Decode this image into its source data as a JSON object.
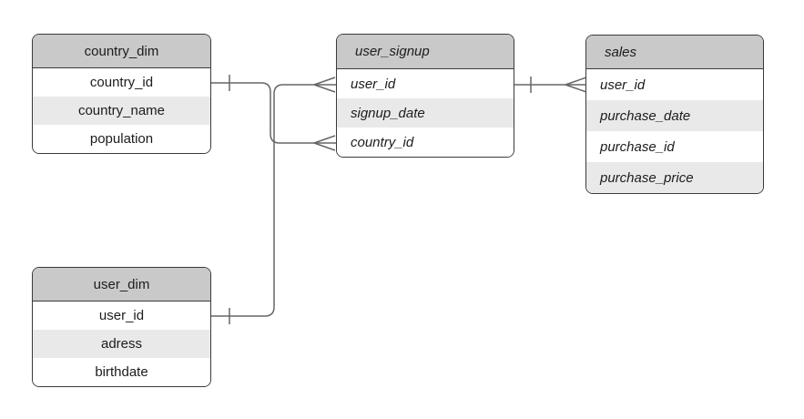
{
  "diagram": {
    "type": "entity-relationship",
    "background_color": "#ffffff",
    "palette": {
      "header_fill": "#c9c9c9",
      "row_fill": "#ffffff",
      "row_alt_fill": "#e9e9e9",
      "border_color": "#3a3a3a",
      "connector_color": "#666666",
      "text_color": "#1c1c1c"
    },
    "tables": [
      {
        "name": "country_dim",
        "text_style": "normal-centered",
        "fields": [
          "country_id",
          "country_name",
          "population"
        ]
      },
      {
        "name": "user_signup",
        "text_style": "italic-left",
        "fields": [
          "user_id",
          "signup_date",
          "country_id"
        ]
      },
      {
        "name": "sales",
        "text_style": "italic-left",
        "fields": [
          "user_id",
          "purchase_date",
          "purchase_id",
          "purchase_price"
        ]
      },
      {
        "name": "user_dim",
        "text_style": "normal-centered",
        "fields": [
          "user_id",
          "adress",
          "birthdate"
        ]
      }
    ],
    "relationships": [
      {
        "from_table": "country_dim",
        "from_field": "country_id",
        "from_cardinality": "one",
        "to_table": "user_signup",
        "to_field": "country_id",
        "to_cardinality": "many"
      },
      {
        "from_table": "user_dim",
        "from_field": "user_id",
        "from_cardinality": "one",
        "to_table": "user_signup",
        "to_field": "user_id",
        "to_cardinality": "many"
      },
      {
        "from_table": "user_signup",
        "from_field": "user_id",
        "from_cardinality": "one",
        "to_table": "sales",
        "to_field": "user_id",
        "to_cardinality": "many"
      }
    ]
  }
}
